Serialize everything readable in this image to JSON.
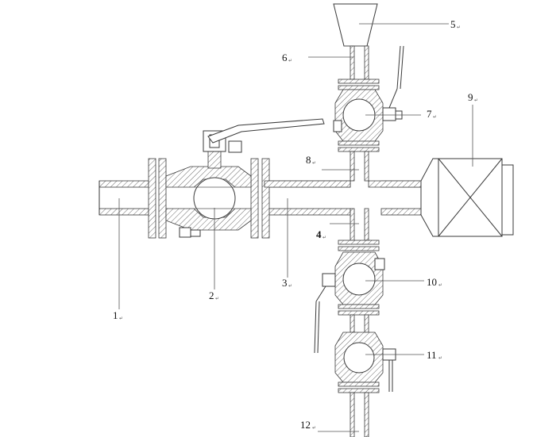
{
  "labels": {
    "l1": "1",
    "l2": "2",
    "l3": "3",
    "l4": "4",
    "l5": "5",
    "l6": "6",
    "l7": "7",
    "l8": "8",
    "l9": "9",
    "l10": "10",
    "l11": "11",
    "l12": "12"
  },
  "return_mark": "↵"
}
